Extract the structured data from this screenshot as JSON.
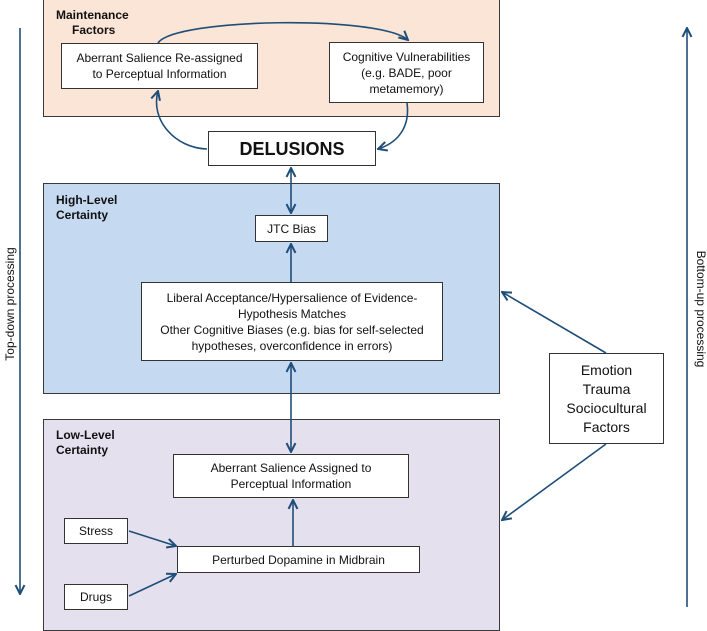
{
  "colors": {
    "maintenance_bg": "#fbe5d6",
    "high_level_bg": "#c5d9f1",
    "low_level_bg": "#e4e0ed",
    "arrow": "#1f4e79"
  },
  "side_labels": {
    "left": "Top-down processing",
    "right": "Bottom-up processing"
  },
  "regions": {
    "maintenance": {
      "title_line1": "Maintenance",
      "title_line2": "Factors"
    },
    "high_level": {
      "title_line1": "High-Level",
      "title_line2": "Certainty"
    },
    "low_level": {
      "title_line1": "Low-Level",
      "title_line2": "Certainty"
    }
  },
  "nodes": {
    "aberrant_reassigned": [
      "Aberrant Salience Re-assigned",
      "to Perceptual Information"
    ],
    "cognitive_vulnerabilities": [
      "Cognitive Vulnerabilities",
      "(e.g. BADE, poor",
      "metamemory)"
    ],
    "delusions": "DELUSIONS",
    "jtc_bias": "JTC Bias",
    "liberal_acceptance": [
      "Liberal Acceptance/Hypersalience of Evidence-",
      "Hypothesis Matches",
      "Other Cognitive Biases (e.g. bias for self-selected",
      "hypotheses, overconfidence in errors)"
    ],
    "aberrant_assigned": [
      "Aberrant Salience Assigned to",
      "Perceptual Information"
    ],
    "perturbed_dopamine": "Perturbed Dopamine in Midbrain",
    "stress": "Stress",
    "drugs": "Drugs",
    "emotion_factors": [
      "Emotion",
      "Trauma",
      "Sociocultural",
      "Factors"
    ]
  },
  "edges": [
    {
      "from": "aberrant_reassigned",
      "to": "cognitive_vulnerabilities",
      "type": "curved"
    },
    {
      "from": "cognitive_vulnerabilities",
      "to": "delusions",
      "type": "curved"
    },
    {
      "from": "delusions",
      "to": "aberrant_reassigned",
      "type": "curved"
    },
    {
      "from": "delusions",
      "to": "jtc_bias",
      "type": "bidirectional"
    },
    {
      "from": "liberal_acceptance",
      "to": "jtc_bias",
      "type": "arrow"
    },
    {
      "from": "liberal_acceptance",
      "to": "aberrant_assigned",
      "type": "bidirectional"
    },
    {
      "from": "perturbed_dopamine",
      "to": "aberrant_assigned",
      "type": "arrow"
    },
    {
      "from": "stress",
      "to": "perturbed_dopamine",
      "type": "arrow"
    },
    {
      "from": "drugs",
      "to": "perturbed_dopamine",
      "type": "arrow"
    },
    {
      "from": "emotion_factors",
      "to": "high_level_region",
      "type": "arrow"
    },
    {
      "from": "emotion_factors",
      "to": "low_level_region",
      "type": "arrow"
    }
  ]
}
